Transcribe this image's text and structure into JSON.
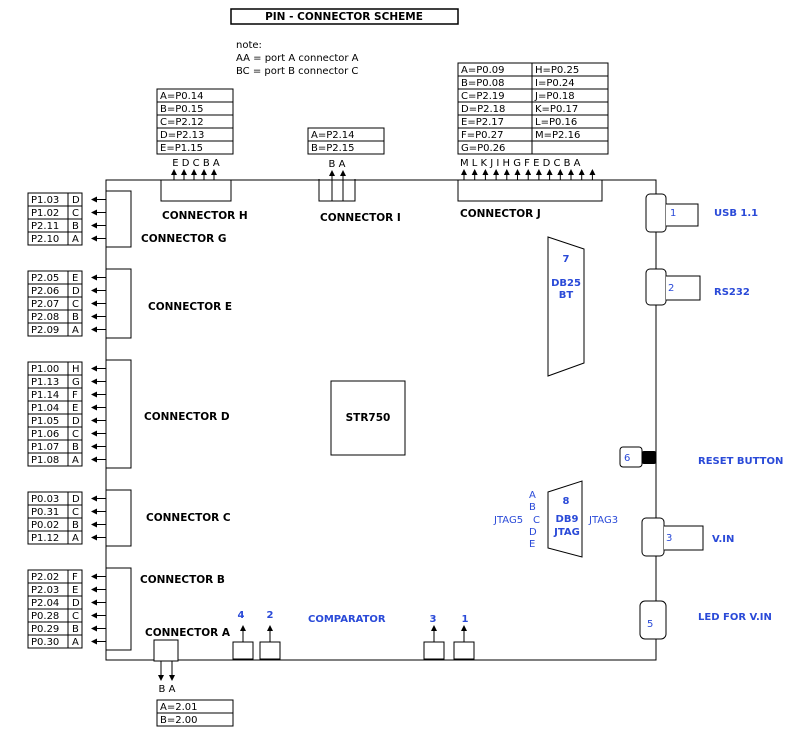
{
  "title": "PIN - CONNECTOR  SCHEME",
  "note": [
    "note:",
    "AA = port A connector A",
    "BC = port B connector C"
  ],
  "conn_h": {
    "label": "CONNECTOR  H",
    "pins": [
      "A=P0.14",
      "B=P0.15",
      "C=P2.12",
      "D=P2.13",
      "E=P1.15"
    ],
    "letters": "E D C B A"
  },
  "conn_i": {
    "label": "CONNECTOR  I",
    "pins": [
      "A=P2.14",
      "B=P2.15"
    ],
    "letters": "B  A"
  },
  "conn_j": {
    "label": "CONNECTOR  J",
    "pins_left": [
      "A=P0.09",
      "B=P0.08",
      "C=P2.19",
      "D=P2.18",
      "E=P2.17",
      "F=P0.27",
      "G=P0.26"
    ],
    "pins_right": [
      "H=P0.25",
      "I=P0.24",
      "J=P0.18",
      "K=P0.17",
      "L=P0.16",
      "M=P2.16"
    ],
    "letters": "M L K J  I   H G F E D C B A"
  },
  "conn_g": {
    "label": "CONNECTOR  G",
    "rows": [
      [
        "P1.03",
        "D"
      ],
      [
        "P1.02",
        "C"
      ],
      [
        "P2.11",
        "B"
      ],
      [
        "P2.10",
        "A"
      ]
    ]
  },
  "conn_e": {
    "label": "CONNECTOR  E",
    "rows": [
      [
        "P2.05",
        "E"
      ],
      [
        "P2.06",
        "D"
      ],
      [
        "P2.07",
        "C"
      ],
      [
        "P2.08",
        "B"
      ],
      [
        "P2.09",
        "A"
      ]
    ]
  },
  "conn_d": {
    "label": "CONNECTOR  D",
    "rows": [
      [
        "P1.00",
        "H"
      ],
      [
        "P1.13",
        "G"
      ],
      [
        "P1.14",
        "F"
      ],
      [
        "P1.04",
        "E"
      ],
      [
        "P1.05",
        "D"
      ],
      [
        "P1.06",
        "C"
      ],
      [
        "P1.07",
        "B"
      ],
      [
        "P1.08",
        "A"
      ]
    ]
  },
  "conn_c": {
    "label": "CONNECTOR  C",
    "rows": [
      [
        "P0.03",
        "D"
      ],
      [
        "P0.31",
        "C"
      ],
      [
        "P0.02",
        "B"
      ],
      [
        "P1.12",
        "A"
      ]
    ]
  },
  "conn_b": {
    "label": "CONNECTOR  B",
    "rows": [
      [
        "P2.02",
        "F"
      ],
      [
        "P2.03",
        "E"
      ],
      [
        "P2.04",
        "D"
      ],
      [
        "P0.28",
        "C"
      ],
      [
        "P0.29",
        "B"
      ],
      [
        "P0.30",
        "A"
      ]
    ]
  },
  "conn_a": {
    "label": "CONNECTOR  A",
    "letters": "B A",
    "pins": [
      "A=2.01",
      "B=2.00"
    ]
  },
  "chip": "STR750",
  "db25": {
    "num": "7",
    "name": "DB25",
    "sub": "BT"
  },
  "db9": {
    "num": "8",
    "name": "DB9",
    "sub": "JTAG",
    "left": "JTAG5",
    "right": "JTAG3",
    "letters": [
      "A",
      "B",
      "C",
      "D",
      "E"
    ]
  },
  "comparator": {
    "label": "COMPARATOR",
    "nums": [
      "4",
      "2",
      "3",
      "1"
    ]
  },
  "right_items": [
    {
      "num": "1",
      "label": "USB 1.1"
    },
    {
      "num": "2",
      "label": "RS232"
    },
    {
      "num": "6",
      "label": "RESET BUTTON"
    },
    {
      "num": "3",
      "label": "V.IN"
    },
    {
      "num": "5",
      "label": "LED FOR V.IN"
    }
  ]
}
